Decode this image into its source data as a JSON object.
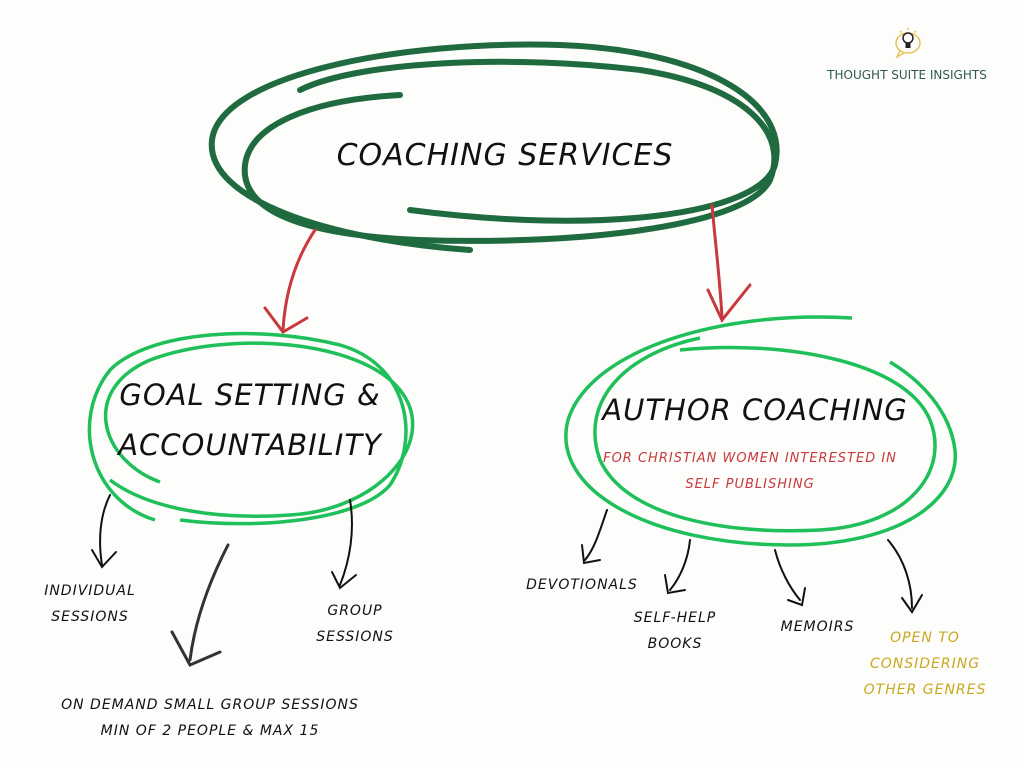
{
  "logo": {
    "text": "THOUGHT SUITE INSIGHTS",
    "icon": "lightbulb-icon"
  },
  "colors": {
    "dark_green": "#1f6b3f",
    "bright_green": "#1fbf5a",
    "red": "#c8383c",
    "gold": "#c9a820"
  },
  "root": {
    "label": "COACHING SERVICES"
  },
  "left": {
    "label_line1": "GOAL SETTING &",
    "label_line2": "ACCOUNTABILITY",
    "children": [
      {
        "line1": "INDIVIDUAL",
        "line2": "SESSIONS"
      },
      {
        "line1": "GROUP",
        "line2": "SESSIONS"
      },
      {
        "line1": "ON DEMAND SMALL GROUP SESSIONS",
        "line2": "MIN OF 2 PEOPLE & MAX 15"
      }
    ]
  },
  "right": {
    "label": "AUTHOR COACHING",
    "note_line1": "FOR CHRISTIAN WOMEN  INTERESTED IN",
    "note_line2": "SELF PUBLISHING",
    "children": [
      {
        "line1": "DEVOTIONALS"
      },
      {
        "line1": "SELF-HELP",
        "line2": "BOOKS"
      },
      {
        "line1": "MEMOIRS"
      },
      {
        "line1": "OPEN TO",
        "line2": "CONSIDERING",
        "line3": "OTHER GENRES"
      }
    ]
  }
}
